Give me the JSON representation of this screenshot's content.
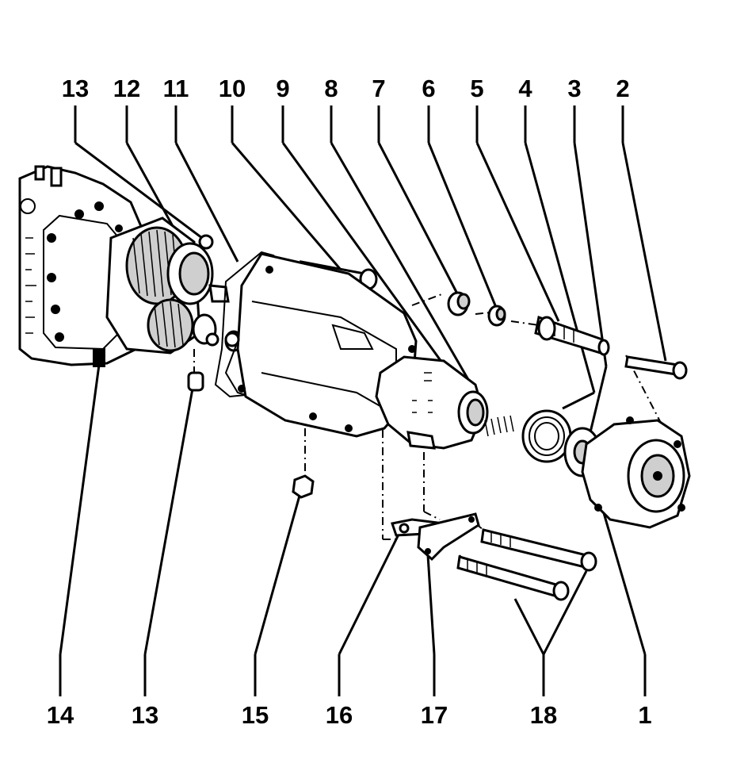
{
  "callouts": {
    "top": [
      "13",
      "12",
      "11",
      "10",
      "9",
      "8",
      "7",
      "6",
      "5",
      "4",
      "3",
      "2"
    ],
    "bottom": [
      "14",
      "13",
      "15",
      "16",
      "17",
      "18",
      "1"
    ]
  },
  "colors": {
    "ink": "#000000",
    "paper": "#ffffff",
    "shade": "#cfcfcf"
  },
  "parts": [
    "gearbox-housing",
    "gear-cluster",
    "gasket",
    "extension-housing",
    "bolt",
    "bushing",
    "nut",
    "shift-rod-housing",
    "spring",
    "washer",
    "end-cover",
    "bracket",
    "support-plate",
    "long-bolts"
  ]
}
